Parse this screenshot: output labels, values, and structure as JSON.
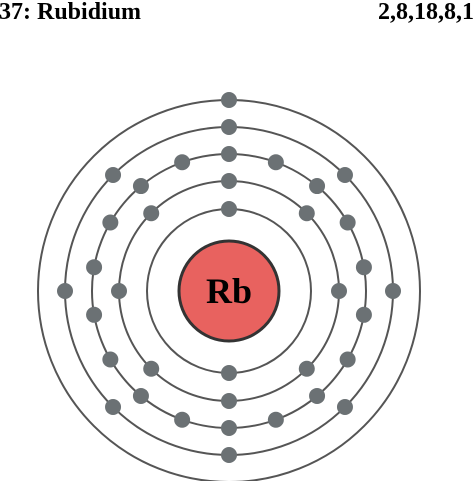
{
  "header": {
    "title": "37: Rubidium",
    "configuration": "2,8,18,8,1"
  },
  "atom": {
    "symbol": "Rb",
    "shells": [
      2,
      8,
      18,
      8,
      1
    ]
  },
  "colors": {
    "nucleus_fill": "#e8625f",
    "nucleus_stroke": "#333333",
    "shell_stroke": "#555555",
    "electron_fill": "#6b7174",
    "text": "#000000"
  }
}
